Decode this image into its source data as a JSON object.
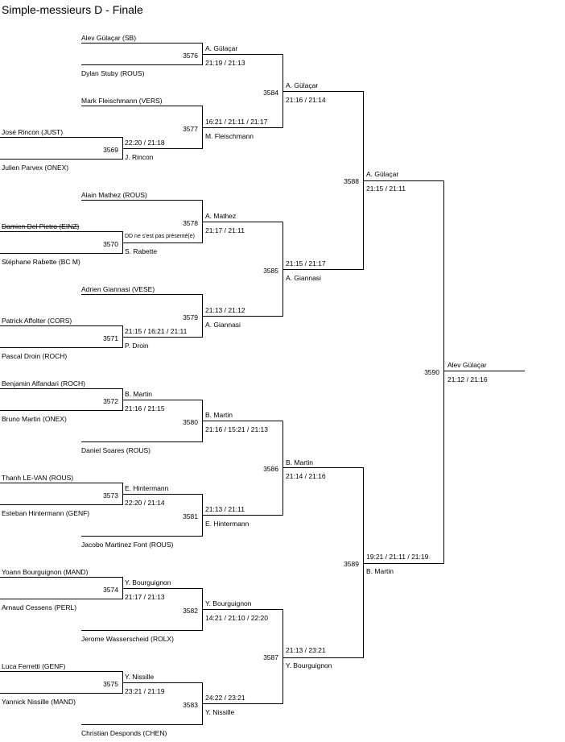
{
  "title": "Simple-messieurs D - Finale",
  "round1": {
    "p1": "Alev Gülaçar (SB)",
    "p2": "Dylan Stuby (ROUS)",
    "p3": "Mark Fleischmann (VERS)",
    "p4": "José Rincon (JUST)",
    "p5": "Julien Parvex (ONEX)",
    "p6": "Alain Mathez (ROUS)",
    "p7": "Damien Del Pietro (EINZ)",
    "p8": "Stéphane Rabette (BC M)",
    "p9": "Adrien Giannasi (VESE)",
    "p10": "Patrick Affolter (CORS)",
    "p11": "Pascal Droin (ROCH)",
    "p12": "Benjamin Alfandari (ROCH)",
    "p13": "Bruno Martin (ONEX)",
    "p14": "Daniel Soares (ROUS)",
    "p15": "Thanh LE-VAN (ROUS)",
    "p16": "Esteban Hintermann (GENF)",
    "p17": "Jacobo Martinez Font (ROUS)",
    "p18": "Yoann Bourguignon (MAND)",
    "p19": "Arnaud Cessens (PERL)",
    "p20": "Jerome Wasserscheid (ROLX)",
    "p21": "Luca Ferretti (GENF)",
    "p22": "Yannick Nissille (MAND)",
    "p23": "Christian Desponds (CHEN)"
  },
  "matches": {
    "m3569": {
      "num": "3569",
      "winner": "J. Rincon",
      "score": "22:20 / 21:18"
    },
    "m3570": {
      "num": "3570",
      "winner": "S. Rabette",
      "score": "DD ne s'est pas présenté(e)"
    },
    "m3571": {
      "num": "3571",
      "winner": "P. Droin",
      "score": "21:15 / 16:21 / 21:11"
    },
    "m3572": {
      "num": "3572",
      "winner": "B. Martin",
      "score": "21:16 / 21:15"
    },
    "m3573": {
      "num": "3573",
      "winner": "E. Hintermann",
      "score": "22:20 / 21:14"
    },
    "m3574": {
      "num": "3574",
      "winner": "Y. Bourguignon",
      "score": "21:17 / 21:13"
    },
    "m3575": {
      "num": "3575",
      "winner": "Y. Nissille",
      "score": "23:21 / 21:19"
    },
    "m3576": {
      "num": "3576",
      "winner": "A. Gülaçar",
      "score": "21:19 / 21:13"
    },
    "m3577": {
      "num": "3577",
      "winner": "M. Fleischmann",
      "score": "16:21 / 21:11 / 21:17"
    },
    "m3578": {
      "num": "3578",
      "winner": "A. Mathez",
      "score": "21:17 / 21:11"
    },
    "m3579": {
      "num": "3579",
      "winner": "A. Giannasi",
      "score": "21:13 / 21:12"
    },
    "m3580": {
      "num": "3580",
      "winner": "B. Martin",
      "score": "21:16 / 15:21 / 21:13"
    },
    "m3581": {
      "num": "3581",
      "winner": "E. Hintermann",
      "score": "21:13 / 21:11"
    },
    "m3582": {
      "num": "3582",
      "winner": "Y. Bourguignon",
      "score": "14:21 / 21:10 / 22:20"
    },
    "m3583": {
      "num": "3583",
      "winner": "Y. Nissille",
      "score": "24:22 / 23:21"
    },
    "m3584": {
      "num": "3584",
      "winner": "A. Gülaçar",
      "score": "21:16 / 21:14"
    },
    "m3585": {
      "num": "3585",
      "winner": "A. Giannasi",
      "score": "21:15 / 21:17"
    },
    "m3586": {
      "num": "3586",
      "winner": "B. Martin",
      "score": "21:14 / 21:16"
    },
    "m3587": {
      "num": "3587",
      "winner": "Y. Bourguignon",
      "score": "21:13 / 23:21"
    },
    "m3588": {
      "num": "3588",
      "winner": "A. Gülaçar",
      "score": "21:15 / 21:11"
    },
    "m3589": {
      "num": "3589",
      "winner": "B. Martin",
      "score": "19:21 / 21:11 / 21:19"
    },
    "m3590": {
      "num": "3590",
      "winner": "Alev Gülaçar",
      "score": "21:12 / 21:16"
    }
  }
}
